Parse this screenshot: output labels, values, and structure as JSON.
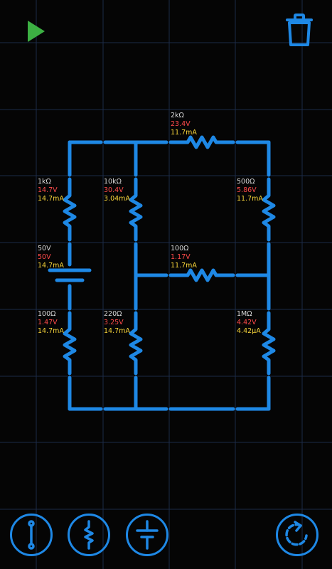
{
  "colors": {
    "background": "#050505",
    "grid": "#1b2a48",
    "wire": "#1e88e5",
    "play": "#3cb043",
    "voltage": "#ff4b4b",
    "current": "#f5d33a",
    "value": "#d9d9d9"
  },
  "toolbar_top": {
    "play_icon": "play-icon",
    "trash_icon": "trash-icon"
  },
  "components": [
    {
      "id": "r-top",
      "kind": "resistor",
      "orientation": "h",
      "value": "2kΩ",
      "voltage": "23.4V",
      "current": "11.7mA"
    },
    {
      "id": "r-1k",
      "kind": "resistor",
      "orientation": "v",
      "value": "1kΩ",
      "voltage": "14.7V",
      "current": "14.7mA"
    },
    {
      "id": "r-10k",
      "kind": "resistor",
      "orientation": "v",
      "value": "10kΩ",
      "voltage": "30.4V",
      "current": "3.04mA"
    },
    {
      "id": "r-500",
      "kind": "resistor",
      "orientation": "v",
      "value": "500Ω",
      "voltage": "5.86V",
      "current": "11.7mA"
    },
    {
      "id": "battery",
      "kind": "battery",
      "orientation": "v",
      "value": "50V",
      "voltage": "50V",
      "current": "14.7mA"
    },
    {
      "id": "r-mid",
      "kind": "resistor",
      "orientation": "h",
      "value": "100Ω",
      "voltage": "1.17V",
      "current": "11.7mA"
    },
    {
      "id": "r-100-left",
      "kind": "resistor",
      "orientation": "v",
      "value": "100Ω",
      "voltage": "1.47V",
      "current": "14.7mA"
    },
    {
      "id": "r-220",
      "kind": "resistor",
      "orientation": "v",
      "value": "220Ω",
      "voltage": "3.25V",
      "current": "14.7mA"
    },
    {
      "id": "r-1m",
      "kind": "resistor",
      "orientation": "v",
      "value": "1MΩ",
      "voltage": "4.42V",
      "current": "4.42μA"
    }
  ],
  "toolbar_bottom": [
    {
      "id": "wire-tool",
      "icon": "wire-icon"
    },
    {
      "id": "resistor-tool",
      "icon": "resistor-icon"
    },
    {
      "id": "battery-tool",
      "icon": "battery-icon"
    },
    {
      "id": "reset-btn",
      "icon": "reset-icon"
    }
  ]
}
